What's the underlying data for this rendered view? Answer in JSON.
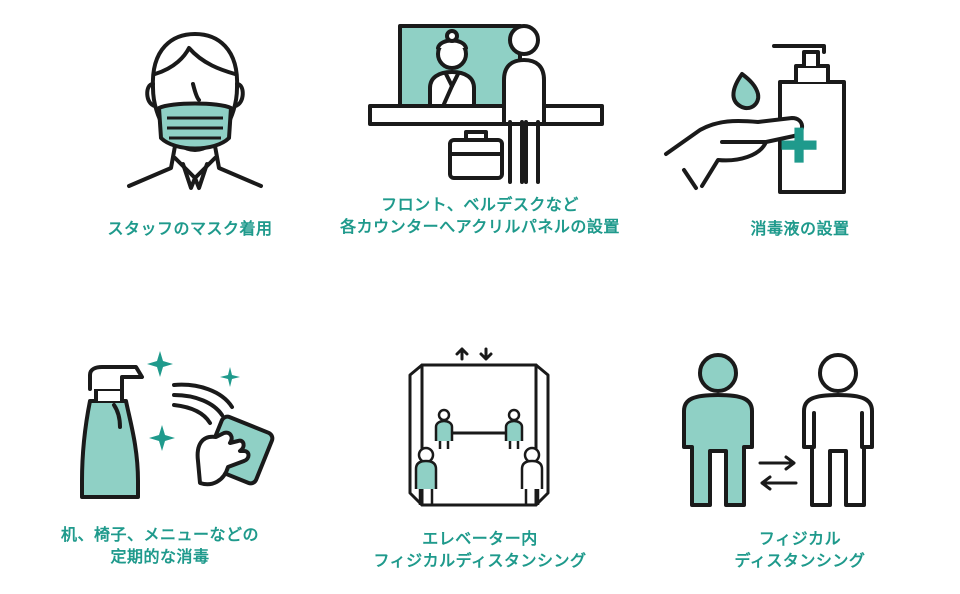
{
  "colors": {
    "teal": "#1f9a8c",
    "fill": "#8fd0c5",
    "stroke": "#1a1a1a"
  },
  "items": [
    {
      "icon": "masked-staff-icon",
      "lines": [
        "スタッフのマスク着用"
      ]
    },
    {
      "icon": "acrylic-panel-counter-icon",
      "lines": [
        "フロント、ベルデスクなど",
        "各カウンターへアクリルパネルの設置"
      ]
    },
    {
      "icon": "hand-sanitizer-icon",
      "lines": [
        "消毒液の設置"
      ]
    },
    {
      "icon": "spray-cleaning-icon",
      "lines": [
        "机、椅子、メニューなどの",
        "定期的な消毒"
      ]
    },
    {
      "icon": "elevator-distancing-icon",
      "lines": [
        "エレベーター内",
        "フィジカルディスタンシング"
      ]
    },
    {
      "icon": "physical-distancing-icon",
      "lines": [
        "フィジカル",
        "ディスタンシング"
      ]
    }
  ]
}
